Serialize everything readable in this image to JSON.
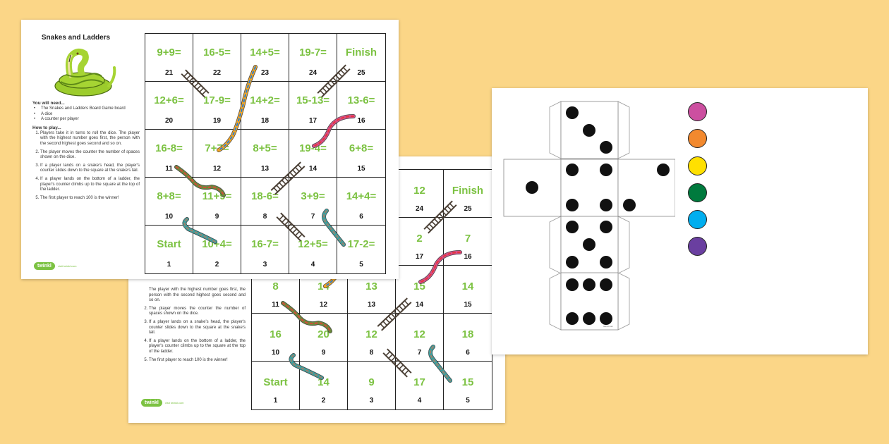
{
  "colors": {
    "background": "#fbd687",
    "green": "#7cc242"
  },
  "front": {
    "title": "Snakes and Ladders",
    "you_will_need_heading": "You will need...",
    "you_will_need": [
      "The Snakes and Ladders Board Game board",
      "A dice",
      "A counter per player"
    ],
    "how_to_play_heading": "How to play...",
    "steps": [
      "Players take it in turns to roll the dice. The player with the highest number goes first, the person with the second highest goes second and so on.",
      "The player moves the counter the number of spaces shown on the dice.",
      "If a player lands on a snake's head, the player's counter slides down to the square at the snake's tail.",
      "If a player lands on the bottom of a ladder, the player's counter climbs up to the square at the top of the ladder.",
      "The first player to reach 100 is the winner!"
    ],
    "logo": "twinkl",
    "logo_url": "visit twinkl.com",
    "board": [
      [
        {
          "n": "21",
          "label": "9+9="
        },
        {
          "n": "22",
          "label": "16-5="
        },
        {
          "n": "23",
          "label": "14+5="
        },
        {
          "n": "24",
          "label": "19-7="
        },
        {
          "n": "25",
          "label": "Finish"
        }
      ],
      [
        {
          "n": "20",
          "label": "12+6="
        },
        {
          "n": "19",
          "label": "17-9="
        },
        {
          "n": "18",
          "label": "14+2="
        },
        {
          "n": "17",
          "label": "15-13="
        },
        {
          "n": "16",
          "label": "13-6="
        }
      ],
      [
        {
          "n": "11",
          "label": "16-8="
        },
        {
          "n": "12",
          "label": "7+7="
        },
        {
          "n": "13",
          "label": "8+5="
        },
        {
          "n": "14",
          "label": "19-4="
        },
        {
          "n": "15",
          "label": "6+8="
        }
      ],
      [
        {
          "n": "10",
          "label": "8+8="
        },
        {
          "n": "9",
          "label": "11+9="
        },
        {
          "n": "8",
          "label": "18-6="
        },
        {
          "n": "7",
          "label": "3+9="
        },
        {
          "n": "6",
          "label": "14+4="
        }
      ],
      [
        {
          "n": "1",
          "label": "Start"
        },
        {
          "n": "2",
          "label": "10+4="
        },
        {
          "n": "3",
          "label": "16-7="
        },
        {
          "n": "4",
          "label": "12+5="
        },
        {
          "n": "5",
          "label": "17-2="
        }
      ]
    ]
  },
  "back": {
    "step1_partial": "The player with the highest number goes first, the person with the second highest goes second and so on.",
    "steps": [
      "The player moves the counter the number of spaces shown on the dice.",
      "If a player lands on a snake's head, the player's counter slides down to the square at the snake's tail.",
      "If a player lands on the bottom of a ladder, the player's counter climbs up to the square at the top of the ladder.",
      "The first player to reach 100 is the winner!"
    ],
    "logo": "twinkl",
    "logo_url": "visit twinkl.com",
    "board": [
      [
        {
          "n": "",
          "label": ""
        },
        {
          "n": "",
          "label": ""
        },
        {
          "n": "",
          "label": ""
        },
        {
          "n": "24",
          "label": "12"
        },
        {
          "n": "25",
          "label": "Finish"
        }
      ],
      [
        {
          "n": "",
          "label": ""
        },
        {
          "n": "",
          "label": ""
        },
        {
          "n": "",
          "label": ""
        },
        {
          "n": "17",
          "label": "2"
        },
        {
          "n": "16",
          "label": "7"
        }
      ],
      [
        {
          "n": "11",
          "label": "8"
        },
        {
          "n": "12",
          "label": "14"
        },
        {
          "n": "13",
          "label": "13"
        },
        {
          "n": "14",
          "label": "15"
        },
        {
          "n": "15",
          "label": "14"
        }
      ],
      [
        {
          "n": "10",
          "label": "16"
        },
        {
          "n": "9",
          "label": "20"
        },
        {
          "n": "8",
          "label": "12"
        },
        {
          "n": "7",
          "label": "12"
        },
        {
          "n": "6",
          "label": "18"
        }
      ],
      [
        {
          "n": "1",
          "label": "Start"
        },
        {
          "n": "2",
          "label": "14"
        },
        {
          "n": "3",
          "label": "9"
        },
        {
          "n": "4",
          "label": "17"
        },
        {
          "n": "5",
          "label": "15"
        }
      ]
    ]
  },
  "dice": {
    "faces": [
      {
        "pips": 3
      },
      {
        "pips": 1
      },
      {
        "pips": 4
      },
      {
        "pips": 2
      },
      {
        "pips": 5
      },
      {
        "pips": 6
      }
    ],
    "footer": "twinkl.com",
    "counter_colors": [
      "#cc4fa0",
      "#f2892e",
      "#ffe000",
      "#007a3d",
      "#00aeef",
      "#6a3fa0"
    ]
  }
}
